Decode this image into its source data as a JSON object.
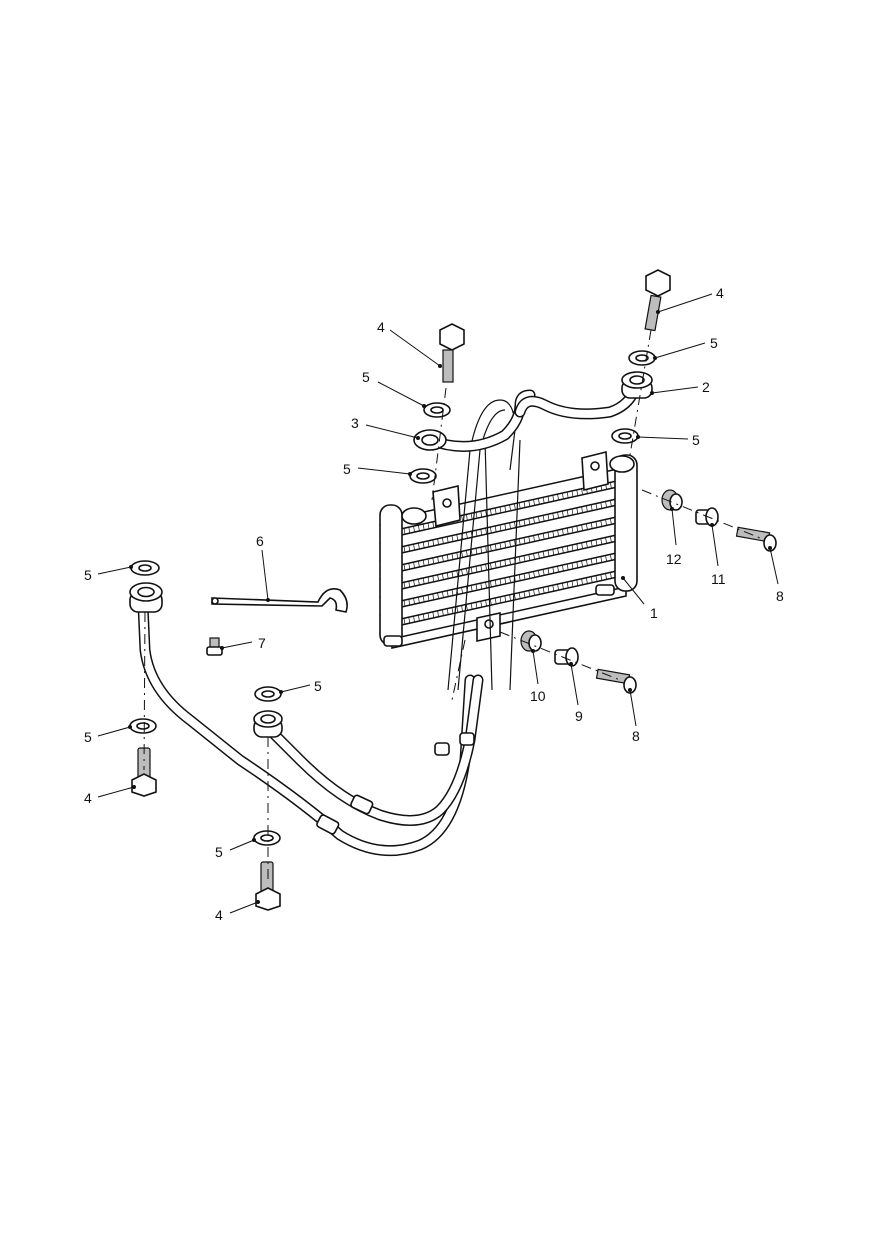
{
  "callouts": [
    {
      "id": "c1",
      "label": "1"
    },
    {
      "id": "c2",
      "label": "2"
    },
    {
      "id": "c3",
      "label": "3"
    },
    {
      "id": "c4a",
      "label": "4"
    },
    {
      "id": "c4b",
      "label": "4"
    },
    {
      "id": "c4c",
      "label": "4"
    },
    {
      "id": "c4d",
      "label": "4"
    },
    {
      "id": "c5a",
      "label": "5"
    },
    {
      "id": "c5b",
      "label": "5"
    },
    {
      "id": "c5c",
      "label": "5"
    },
    {
      "id": "c5d",
      "label": "5"
    },
    {
      "id": "c5e",
      "label": "5"
    },
    {
      "id": "c5f",
      "label": "5"
    },
    {
      "id": "c5g",
      "label": "5"
    },
    {
      "id": "c5h",
      "label": "5"
    },
    {
      "id": "c6",
      "label": "6"
    },
    {
      "id": "c7",
      "label": "7"
    },
    {
      "id": "c8a",
      "label": "8"
    },
    {
      "id": "c8b",
      "label": "8"
    },
    {
      "id": "c9",
      "label": "9"
    },
    {
      "id": "c10",
      "label": "10"
    },
    {
      "id": "c11",
      "label": "11"
    },
    {
      "id": "c12",
      "label": "12"
    }
  ]
}
